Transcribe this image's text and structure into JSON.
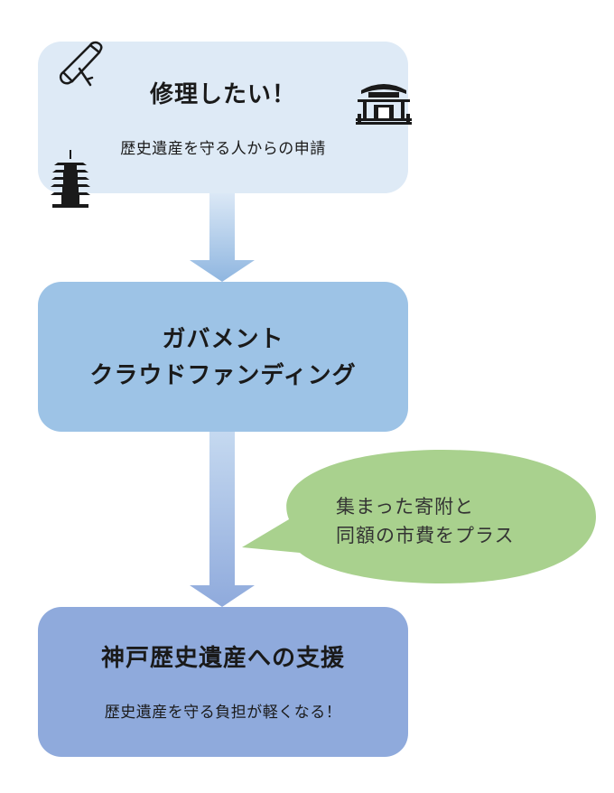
{
  "steps": [
    {
      "title": "修理したい！",
      "subtitle": "歴史遺産を守る人からの申請"
    },
    {
      "title_line1": "ガバメント",
      "title_line2": "クラウドファンディング"
    },
    {
      "title": "神戸歴史遺産への支援",
      "subtitle": "歴史遺産を守る負担が軽くなる！"
    }
  ],
  "bubble": {
    "line1": "集まった寄附と",
    "line2": "同額の市費をプラス"
  },
  "icons": [
    "scroll-icon",
    "temple-icon",
    "pagoda-icon"
  ],
  "colors": {
    "box_top": "#deeaf6",
    "box_mid": "#9dc3e6",
    "box_bot": "#8faadc",
    "bubble": "#a9d18e",
    "arrow": "#8faadc"
  }
}
